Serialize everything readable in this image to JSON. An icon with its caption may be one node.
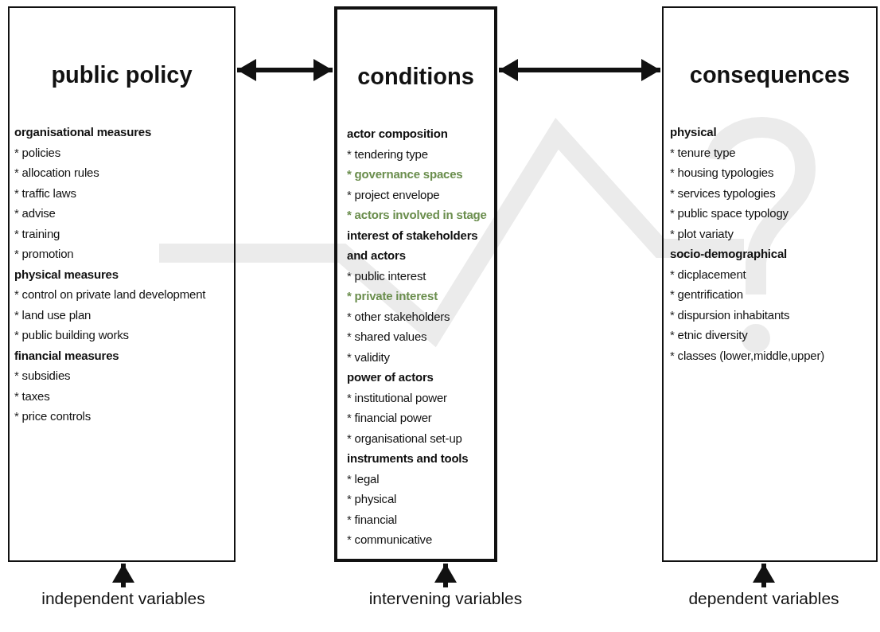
{
  "diagram": {
    "nodes": [
      {
        "text": [
          "public policy",
          "organisational measures",
          "* policies",
          "* allocation rules",
          "* traffic laws",
          "* advise",
          "* training",
          "* promotion",
          "physical measures",
          "* control on private land development",
          "* land use plan",
          "* public building works",
          "financial measures",
          "* subsidies",
          "* taxes",
          "* price controls"
        ]
      },
      {
        "text": [
          "conditions",
          "actor composition",
          "* tendering type",
          "* governance spaces",
          "* project envelope",
          "* actors involved in stage",
          "interest of stakeholders and actors",
          "* public interest",
          "* private interest",
          "* other stakeholders",
          "* shared values",
          "* validity",
          "power of actors",
          "* institutional power",
          "* financial power",
          "* organisational set-up",
          "instruments and tools",
          "* legal",
          "* physical",
          "* financial",
          "* communicative"
        ]
      },
      {
        "text": [
          "consequences",
          "physical",
          "* tenure type",
          "* housing typologies",
          "* services typologies",
          "* public space typology",
          "* plot variaty",
          "socio-demographical",
          "* dicplacement",
          "* gentrification",
          "* dispursion inhabitants",
          "* etnic diversity",
          "* classes (lower,middle,upper)"
        ]
      },
      {
        "text": [
          "independent variables"
        ]
      },
      {
        "text": [
          "intervening variables"
        ]
      },
      {
        "text": [
          "dependent variables"
        ]
      }
    ],
    "edges": [
      {
        "from": 0,
        "to": 1,
        "arrow": "both"
      },
      {
        "from": 1,
        "to": 2,
        "arrow": "both"
      },
      {
        "from": 3,
        "to": 0,
        "arrow": "to"
      },
      {
        "from": 4,
        "to": 1,
        "arrow": "to"
      },
      {
        "from": 5,
        "to": 2,
        "arrow": "to"
      }
    ]
  }
}
